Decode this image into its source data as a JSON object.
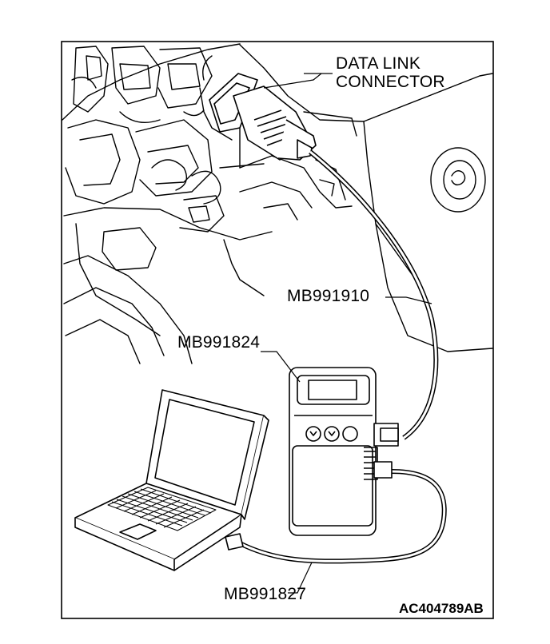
{
  "labels": {
    "data_link_connector_line1": "DATA LINK",
    "data_link_connector_line2": "CONNECTOR",
    "cable_mb991910": "MB991910",
    "device_mb991824": "MB991824",
    "cable_mb991827": "MB991827",
    "figure_code": "AC404789AB"
  },
  "colors": {
    "line": "#000000",
    "background": "#ffffff"
  }
}
